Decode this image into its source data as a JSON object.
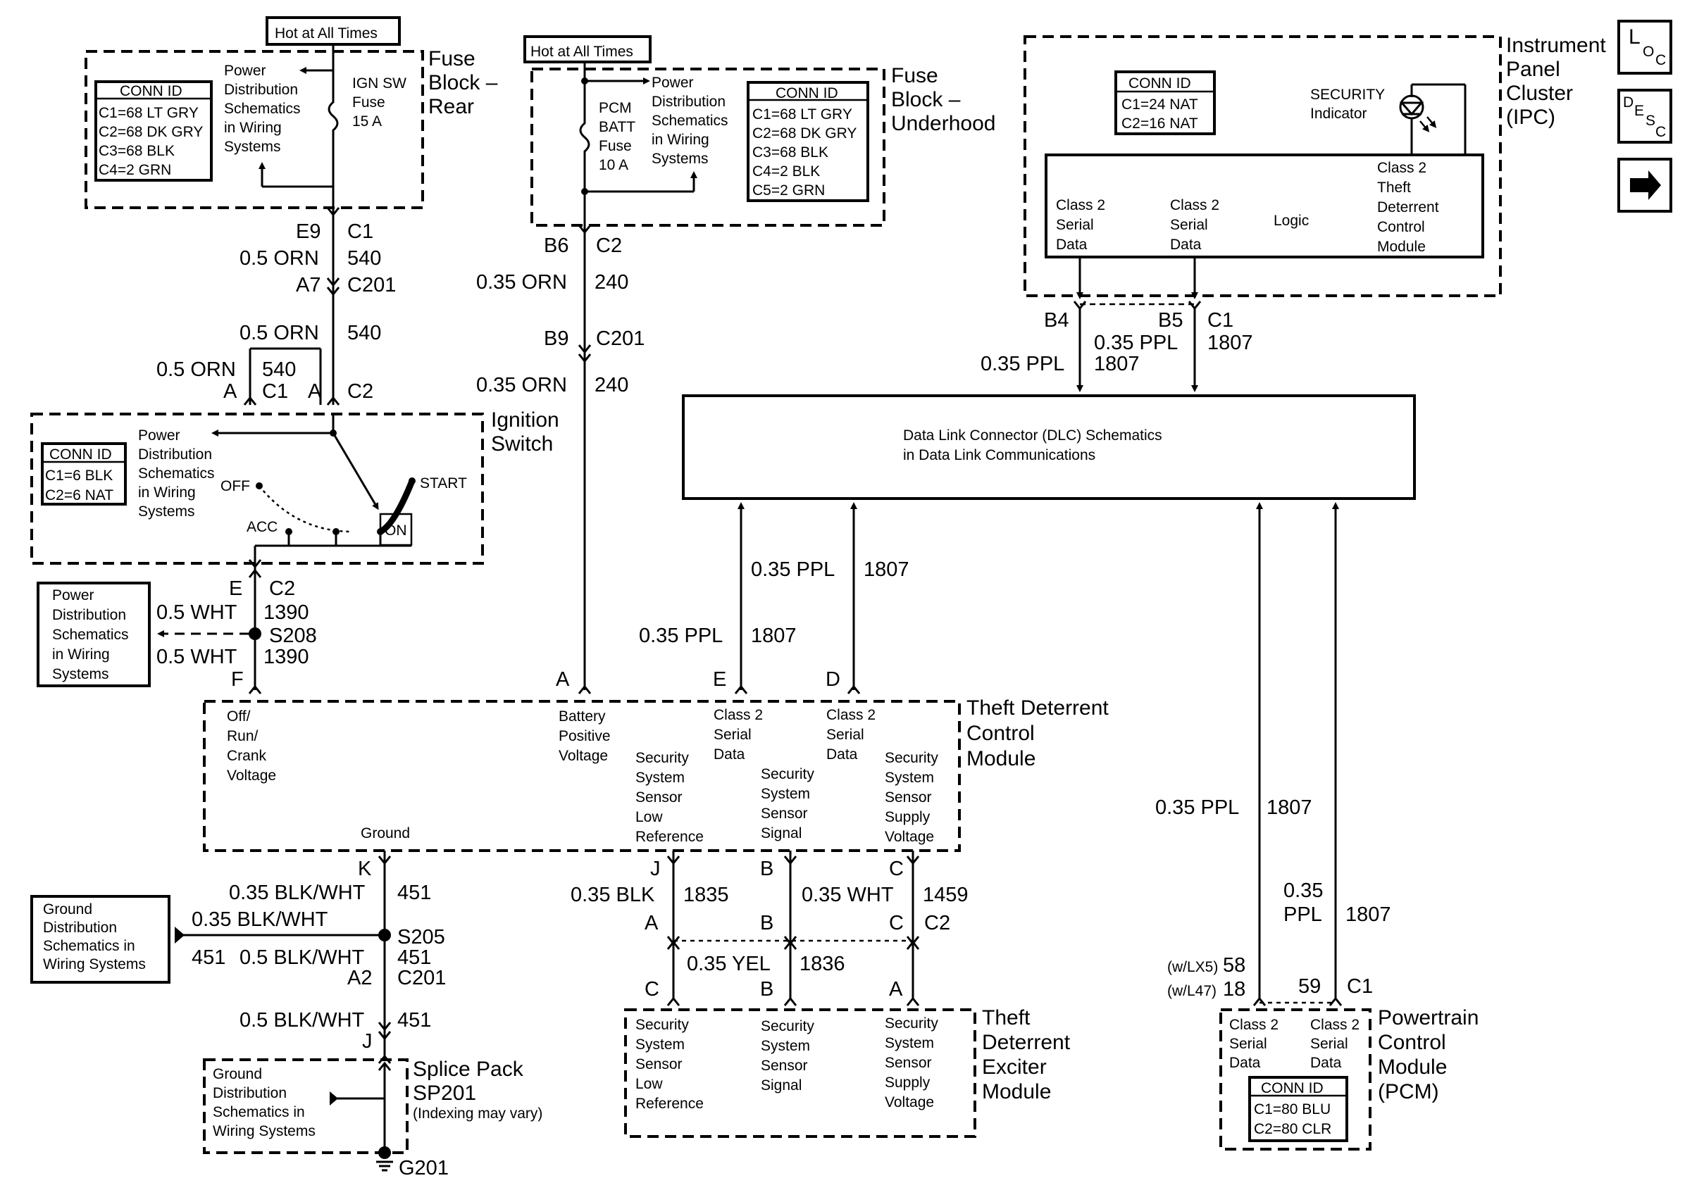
{
  "hot": "Hot at All Times",
  "fbr": {
    "title": [
      "Fuse",
      "Block –",
      "Rear"
    ],
    "pd": [
      "Power",
      "Distribution",
      "Schematics",
      "in Wiring",
      "Systems"
    ],
    "fuse": [
      "IGN SW",
      "Fuse",
      "15 A"
    ],
    "conn": {
      "hdr": "CONN ID",
      "rows": [
        "C1=68 LT GRY",
        "C2=68 DK GRY",
        "C3=68 BLK",
        "C4=2 GRN"
      ]
    }
  },
  "fbu": {
    "title": [
      "Fuse",
      "Block –",
      "Underhood"
    ],
    "pd": [
      "Power",
      "Distribution",
      "Schematics",
      "in Wiring",
      "Systems"
    ],
    "fuse": [
      "PCM",
      "BATT",
      "Fuse",
      "10 A"
    ],
    "conn": {
      "hdr": "CONN ID",
      "rows": [
        "C1=68 LT GRY",
        "C2=68 DK GRY",
        "C3=68 BLK",
        "C4=2 BLK",
        "C5=2 GRN"
      ]
    }
  },
  "ipc": {
    "title": [
      "Instrument",
      "Panel",
      "Cluster",
      "(IPC)"
    ],
    "conn": {
      "hdr": "CONN ID",
      "rows": [
        "C1=24 NAT",
        "C2=16 NAT"
      ]
    },
    "sec": [
      "SECURITY",
      "Indicator"
    ],
    "inner": [
      [
        "Class 2",
        "Serial",
        "Data"
      ],
      [
        "Class 2",
        "Serial",
        "Data"
      ],
      [
        "Logic"
      ],
      [
        "Class 2",
        "Theft",
        "Deterrent",
        "Control",
        "Module"
      ]
    ]
  },
  "nav": {
    "loc": [
      "L",
      "O",
      "C"
    ],
    "desc": [
      "D",
      "E",
      "S",
      "C"
    ],
    "arrow": "arrow-right-icon"
  },
  "ign": {
    "title": [
      "Ignition",
      "Switch"
    ],
    "conn": {
      "hdr": "CONN ID",
      "rows": [
        "C1=6 BLK",
        "C2=6 NAT"
      ]
    },
    "pd": [
      "Power",
      "Distribution",
      "Schematics",
      "in Wiring",
      "Systems"
    ],
    "pos": {
      "off": "OFF",
      "start": "START",
      "acc": "ACC",
      "on": "ON"
    }
  },
  "pdbox": [
    "Power",
    "Distribution",
    "Schematics",
    "in Wiring",
    "Systems"
  ],
  "gdbox": [
    "Ground",
    "Distribution",
    "Schematics in",
    "Wiring Systems"
  ],
  "sp": {
    "box": [
      "Ground",
      "Distribution",
      "Schematics in",
      "Wiring Systems"
    ],
    "title": [
      "Splice Pack",
      "SP201"
    ],
    "note": "(Indexing may vary)",
    "ground": "G201"
  },
  "dlc": [
    "Data Link Connector (DLC) Schematics",
    "in Data Link Communications"
  ],
  "tdcm": {
    "title": [
      "Theft Deterrent",
      "Control",
      "Module"
    ],
    "pins": [
      [
        "Off/",
        "Run/",
        "Crank",
        "Voltage"
      ],
      [
        "Battery",
        "Positive",
        "Voltage"
      ],
      [
        "Class 2",
        "Serial",
        "Data"
      ],
      [
        "Class 2",
        "Serial",
        "Data"
      ]
    ],
    "lower": [
      [
        "Security",
        "System",
        "Sensor",
        "Low",
        "Reference"
      ],
      [
        "Security",
        "System",
        "Sensor",
        "Signal"
      ],
      [
        "Security",
        "System",
        "Sensor",
        "Supply",
        "Voltage"
      ]
    ],
    "ground": "Ground"
  },
  "tdem": {
    "title": [
      "Theft",
      "Deterrent",
      "Exciter",
      "Module"
    ],
    "pins": [
      [
        "Security",
        "System",
        "Sensor",
        "Low",
        "Reference"
      ],
      [
        "Security",
        "System",
        "Sensor",
        "Signal"
      ],
      [
        "Security",
        "System",
        "Sensor",
        "Supply",
        "Voltage"
      ]
    ]
  },
  "pcm": {
    "title": [
      "Powertrain",
      "Control",
      "Module",
      "(PCM)"
    ],
    "inner": [
      [
        "Class 2",
        "Serial",
        "Data"
      ],
      [
        "Class 2",
        "Serial",
        "Data"
      ]
    ],
    "conn": {
      "hdr": "CONN ID",
      "rows": [
        "C1=80 BLU",
        "C2=80 CLR"
      ]
    }
  },
  "labels": {
    "E9": "E9",
    "C1": "C1",
    "c05orn": "0.5 ORN",
    "n540": "540",
    "A7": "A7",
    "C201": "C201",
    "A": "A",
    "C2": "C2",
    "B6": "B6",
    "c035orn": "0.35 ORN",
    "n240": "240",
    "B9": "B9",
    "E": "E",
    "c05wht": "0.5 WHT",
    "n1390": "1390",
    "S208": "S208",
    "F": "F",
    "B4": "B4",
    "B5": "B5",
    "c035ppl": "0.35 PPL",
    "n1807": "1807",
    "D": "D",
    "K": "K",
    "c035bw": "0.35 BLK/WHT",
    "n451": "451",
    "S205": "S205",
    "c05bw": "0.5 BLK/WHT",
    "A2": "A2",
    "J": "J",
    "c035blk": "0.35 BLK",
    "n1835": "1835",
    "B": "B",
    "C": "C",
    "c035wht": "0.35 WHT",
    "n1459": "1459",
    "c035yel": "0.35 YEL",
    "n1836": "1836",
    "c035": "0.35",
    "PPL": "PPL",
    "wlx5": "(w/LX5)",
    "wl47": "(w/L47)",
    "n58": "58",
    "n18": "18",
    "n59": "59"
  }
}
